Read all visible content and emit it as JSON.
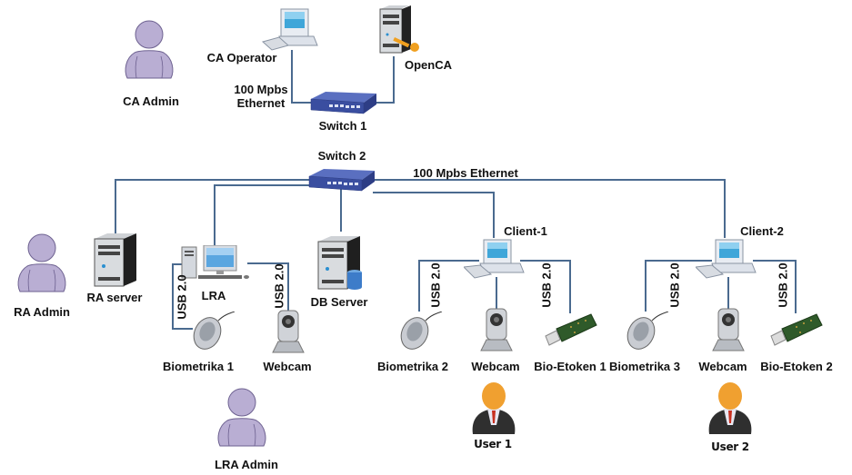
{
  "diagram": {
    "line_color": "#4a6a8f",
    "ca_segment": {
      "admin": "CA Admin",
      "operator": "CA Operator",
      "server": "OpenCA",
      "switch": "Switch 1",
      "link_label_line1": "100 Mpbs",
      "link_label_line2": "Ethernet"
    },
    "main_switch": {
      "label": "Switch 2",
      "link_label": "100 Mpbs Ethernet"
    },
    "ra_segment": {
      "admin": "RA Admin",
      "server": "RA server"
    },
    "lra_segment": {
      "workstation": "LRA",
      "admin": "LRA Admin",
      "usb_left": "USB 2.0",
      "usb_right": "USB 2.0",
      "fingerprint_reader": "Biometrika 1",
      "webcam": "Webcam"
    },
    "db_server": "DB Server",
    "clients": [
      {
        "name": "Client-1",
        "usb_left": "USB 2.0",
        "usb_right": "USB 2.0",
        "fingerprint_reader": "Biometrika 2",
        "webcam": "Webcam",
        "token": "Bio-Etoken 1",
        "user": "User 1"
      },
      {
        "name": "Client-2",
        "usb_left": "USB 2.0",
        "usb_right": "USB 2.0",
        "fingerprint_reader": "Biometrika 3",
        "webcam": "Webcam",
        "token": "Bio-Etoken 2",
        "user": "User 2"
      }
    ]
  }
}
